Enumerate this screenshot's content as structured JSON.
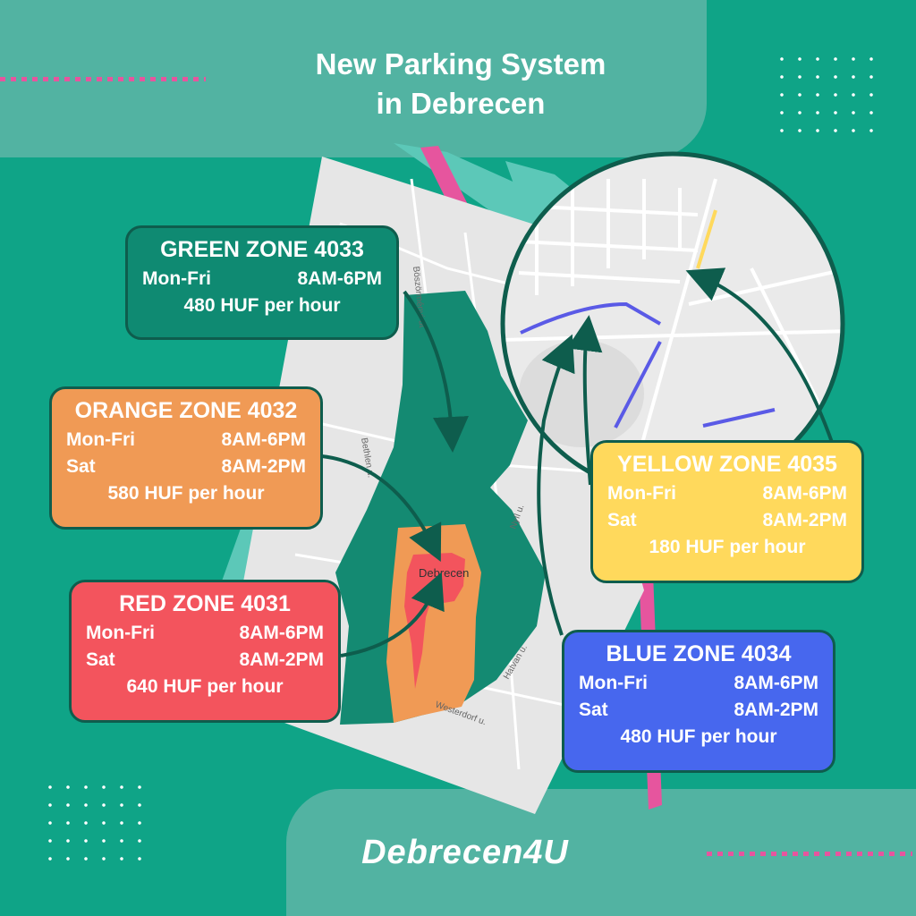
{
  "header": {
    "title_line1": "New Parking System",
    "title_line2": "in Debrecen"
  },
  "brand": {
    "name": "Debrecen4U"
  },
  "map": {
    "city_label": "Debrecen",
    "street_labels": [
      "Böszörményi út",
      "Bethlen u.",
      "Nyíl u.",
      "Hatvan u.",
      "Westerdorf u."
    ]
  },
  "zones": {
    "green": {
      "title": "GREEN ZONE 4033",
      "rows": [
        {
          "days": "Mon-Fri",
          "hours": "8AM-6PM"
        }
      ],
      "price": "480 HUF per hour",
      "color": "#0f8a72"
    },
    "orange": {
      "title": "ORANGE ZONE 4032",
      "rows": [
        {
          "days": "Mon-Fri",
          "hours": "8AM-6PM"
        },
        {
          "days": "Sat",
          "hours": "8AM-2PM"
        }
      ],
      "price": "580 HUF per hour",
      "color": "#f09a55"
    },
    "red": {
      "title": "RED ZONE 4031",
      "rows": [
        {
          "days": "Mon-Fri",
          "hours": "8AM-6PM"
        },
        {
          "days": "Sat",
          "hours": "8AM-2PM"
        }
      ],
      "price": "640 HUF per hour",
      "color": "#f3545d"
    },
    "yellow": {
      "title": "YELLOW ZONE 4035",
      "rows": [
        {
          "days": "Mon-Fri",
          "hours": "8AM-6PM"
        },
        {
          "days": "Sat",
          "hours": "8AM-2PM"
        }
      ],
      "price": "180 HUF per hour",
      "color": "#ffd95c"
    },
    "blue": {
      "title": "BLUE ZONE 4034",
      "rows": [
        {
          "days": "Mon-Fri",
          "hours": "8AM-6PM"
        },
        {
          "days": "Sat",
          "hours": "8AM-2PM"
        }
      ],
      "price": "480 HUF per hour",
      "color": "#4767ee"
    }
  },
  "colors": {
    "background": "#0fa487",
    "panel": "#52b3a2",
    "accent_pink": "#e6559e",
    "arrow": "#0e5d4d",
    "map_bg": "#e6e6e6"
  }
}
